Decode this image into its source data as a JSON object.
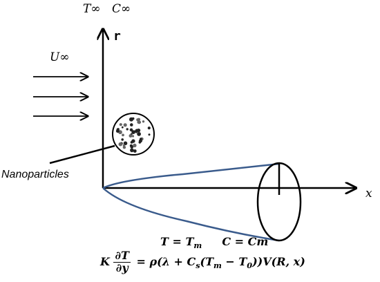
{
  "labels": {
    "t_inf": "T∞",
    "c_inf": "C∞",
    "r_axis": "r",
    "u_inf": "U∞",
    "x_axis": "x",
    "nanoparticles": "Nanoparticles"
  },
  "equations": {
    "line1_t": "T = T",
    "line1_t_sub": "m",
    "line1_c": "C = Cm",
    "lhs_k": "K",
    "lhs_num": "∂T",
    "lhs_den": "∂y",
    "rhs_a": "= ρ(λ + C",
    "rhs_a_sub": "s",
    "rhs_b": "(T",
    "rhs_b_sub": "m",
    "rhs_c": " − T",
    "rhs_c_sub": "0",
    "rhs_d": "))V(R, x)"
  },
  "colors": {
    "cone_outline": "#3a5b8c",
    "ink": "#000000"
  }
}
